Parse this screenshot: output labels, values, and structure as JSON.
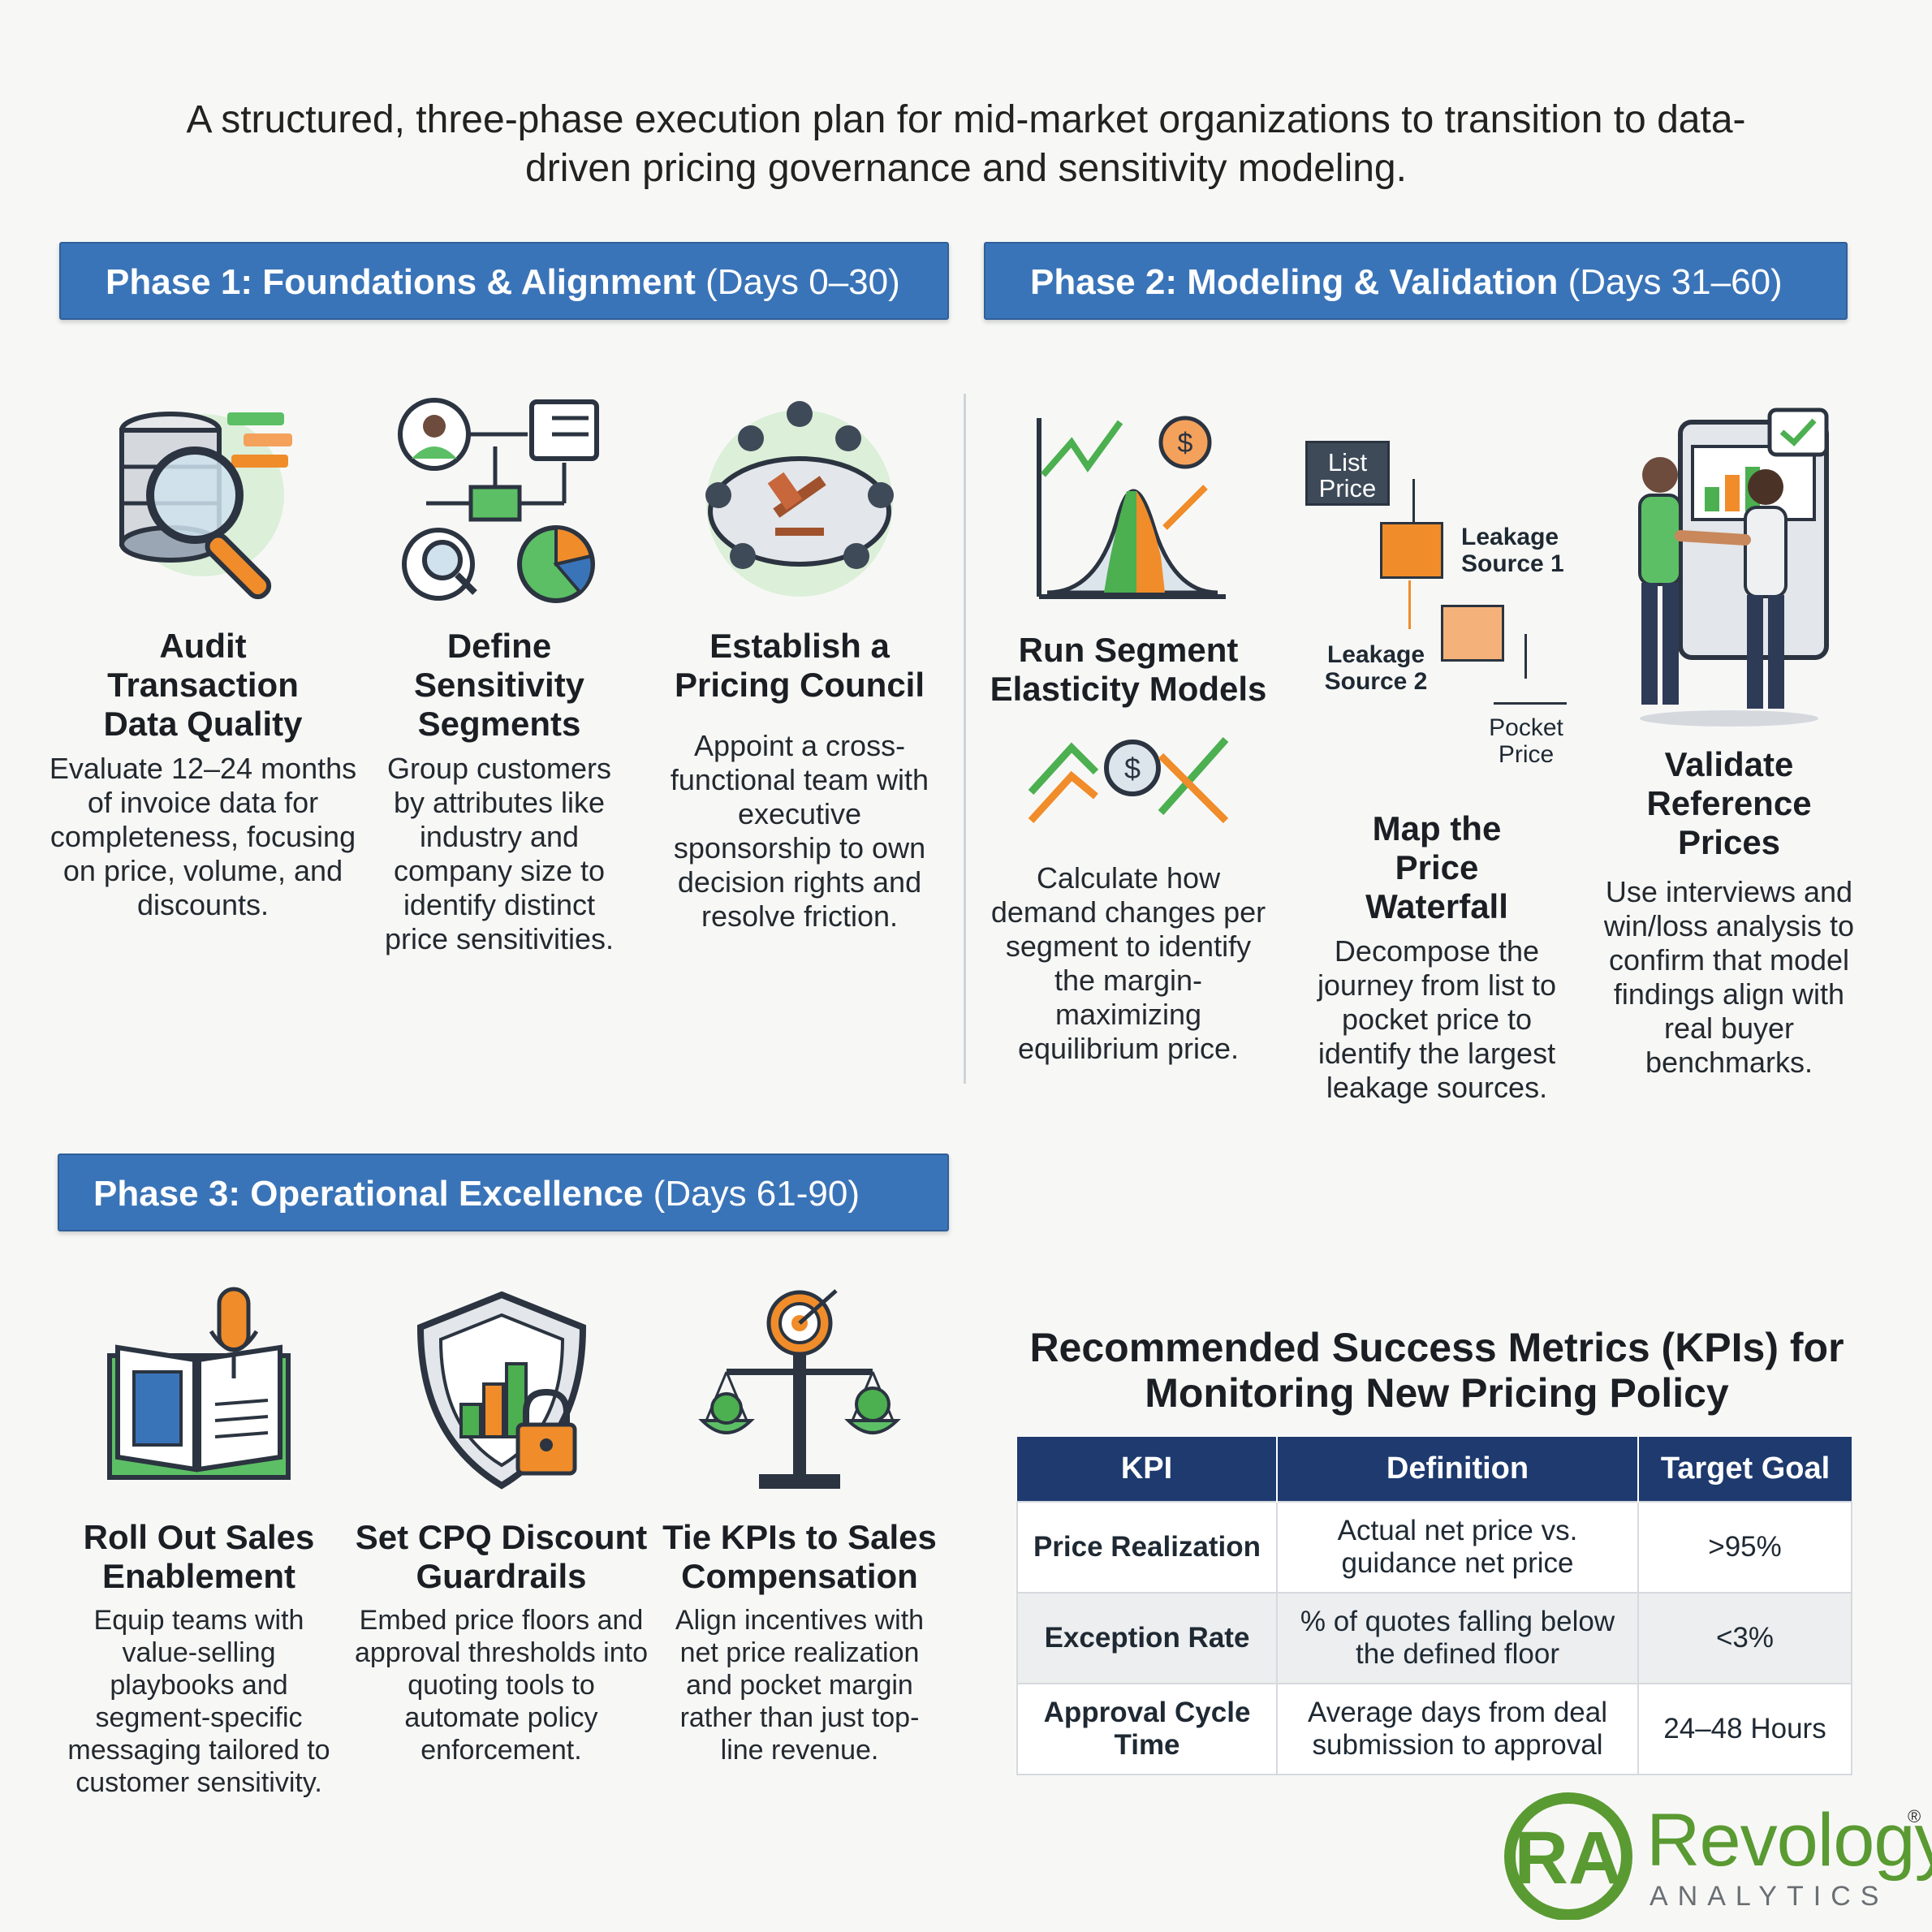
{
  "intro": "A structured, three-phase execution plan for mid-market organizations to transition to data-driven pricing governance and sensitivity modeling.",
  "phase1": {
    "title": "Phase 1: Foundations & Alignment",
    "days": "(Days 0–30)"
  },
  "phase2": {
    "title": "Phase 2: Modeling & Validation",
    "days": "(Days 31–60)"
  },
  "phase3": {
    "title": "Phase 3: Operational Excellence",
    "days": "(Days 61-90)"
  },
  "p1_cards": [
    {
      "title": "Audit Transaction Data Quality",
      "desc": "Evaluate 12–24 months of invoice data for completeness, focusing on price, volume, and discounts.",
      "icon": "database-magnifier-icon"
    },
    {
      "title": "Define Sensitivity Segments",
      "desc": "Group customers by attributes like industry and company size to identify distinct price sensitivities.",
      "icon": "segmentation-flow-icon"
    },
    {
      "title": "Establish a Pricing Council",
      "desc": "Appoint a cross-functional team with executive sponsorship to own decision rights and resolve friction.",
      "icon": "council-table-gavel-icon"
    }
  ],
  "p2_cards": [
    {
      "title": "Run Segment Elasticity Models",
      "desc": "Calculate how demand changes per segment to identify the margin-maximizing equilibrium price.",
      "icon": "elasticity-curve-icon"
    },
    {
      "title": "Map the Price Waterfall",
      "desc": "Decompose the journey from list to pocket price to identify the largest leakage sources.",
      "icon": "price-waterfall-icon"
    },
    {
      "title": "Validate Reference Prices",
      "desc": "Use interviews and win/loss analysis to confirm that model findings align with real buyer benchmarks.",
      "icon": "handshake-icon"
    }
  ],
  "waterfall": {
    "list": "List Price",
    "leak1": "Leakage Source 1",
    "leak2": "Leakage Source 2",
    "pocket": "Pocket Price"
  },
  "p3_cards": [
    {
      "title": "Roll Out Sales Enablement",
      "desc": "Equip teams with value-selling playbooks and segment-specific messaging tailored to customer sensitivity.",
      "icon": "playbook-microphone-icon"
    },
    {
      "title": "Set CPQ Discount Guardrails",
      "desc": "Embed price floors and approval thresholds into quoting tools to automate policy enforcement.",
      "icon": "shield-lock-icon"
    },
    {
      "title": "Tie KPIs to Sales Compensation",
      "desc": "Align incentives with net price realization and pocket margin rather than just top-line revenue.",
      "icon": "scale-target-icon"
    }
  ],
  "kpi": {
    "title": "Recommended Success Metrics (KPIs) for Monitoring New Pricing Policy",
    "headers": [
      "KPI",
      "Definition",
      "Target Goal"
    ],
    "rows": [
      [
        "Price Realization",
        "Actual net price vs. guidance net price",
        ">95%"
      ],
      [
        "Exception Rate",
        "% of quotes falling below the defined floor",
        "<3%"
      ],
      [
        "Approval Cycle Time",
        "Average days from deal submission to approval",
        "24–48 Hours"
      ]
    ]
  },
  "logo": {
    "mark": "RA",
    "word": "Revology",
    "sub": "ANALYTICS",
    "reg": "®"
  },
  "colors": {
    "blue": "#3a74b8",
    "navy": "#1e3a6e",
    "green": "#4caf50",
    "orange": "#f08c2a",
    "logo_green": "#5a9a32"
  }
}
